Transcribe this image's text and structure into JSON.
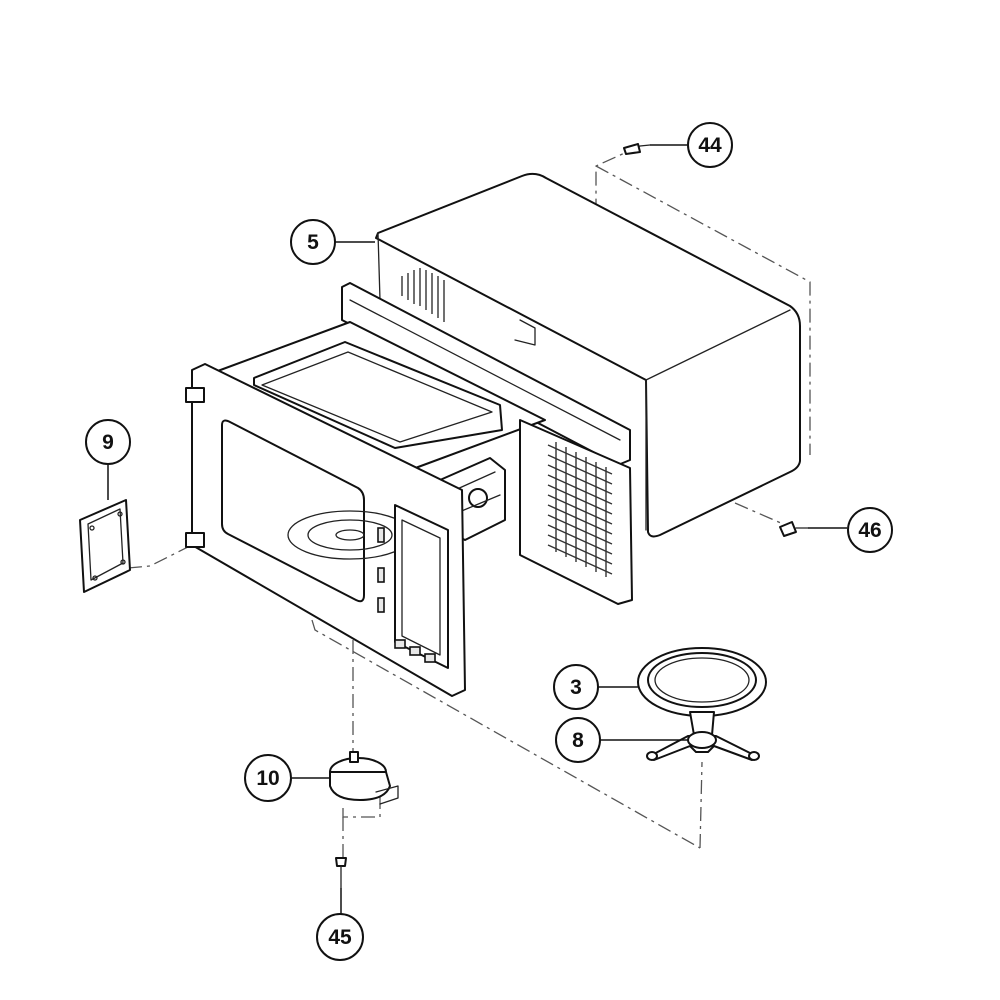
{
  "callouts": [
    {
      "id": "44",
      "label": "44"
    },
    {
      "id": "5",
      "label": "5"
    },
    {
      "id": "9",
      "label": "9"
    },
    {
      "id": "46",
      "label": "46"
    },
    {
      "id": "3",
      "label": "3"
    },
    {
      "id": "8",
      "label": "8"
    },
    {
      "id": "10",
      "label": "10"
    },
    {
      "id": "45",
      "label": "45"
    }
  ],
  "colors": {
    "line": "#111111",
    "background": "#ffffff"
  }
}
